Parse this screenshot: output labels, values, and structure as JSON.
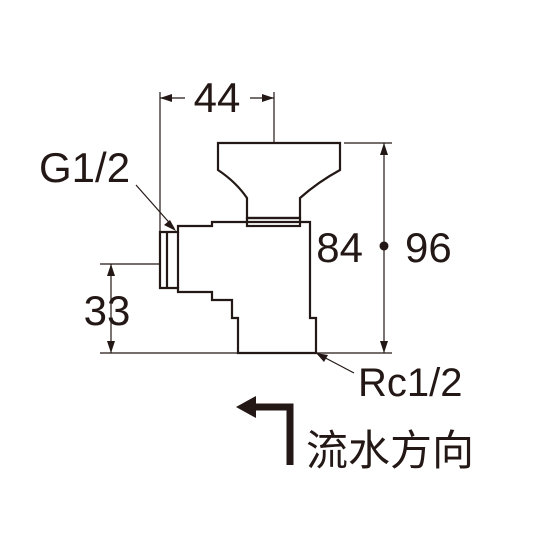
{
  "dimensions": {
    "width_label": "44",
    "height_label": "84・96",
    "offset_label": "33"
  },
  "threads": {
    "inlet": "G1/2",
    "outlet": "Rc1/2"
  },
  "flow": {
    "label": "流水方向"
  },
  "colors": {
    "line": "#231815",
    "background": "#ffffff"
  }
}
